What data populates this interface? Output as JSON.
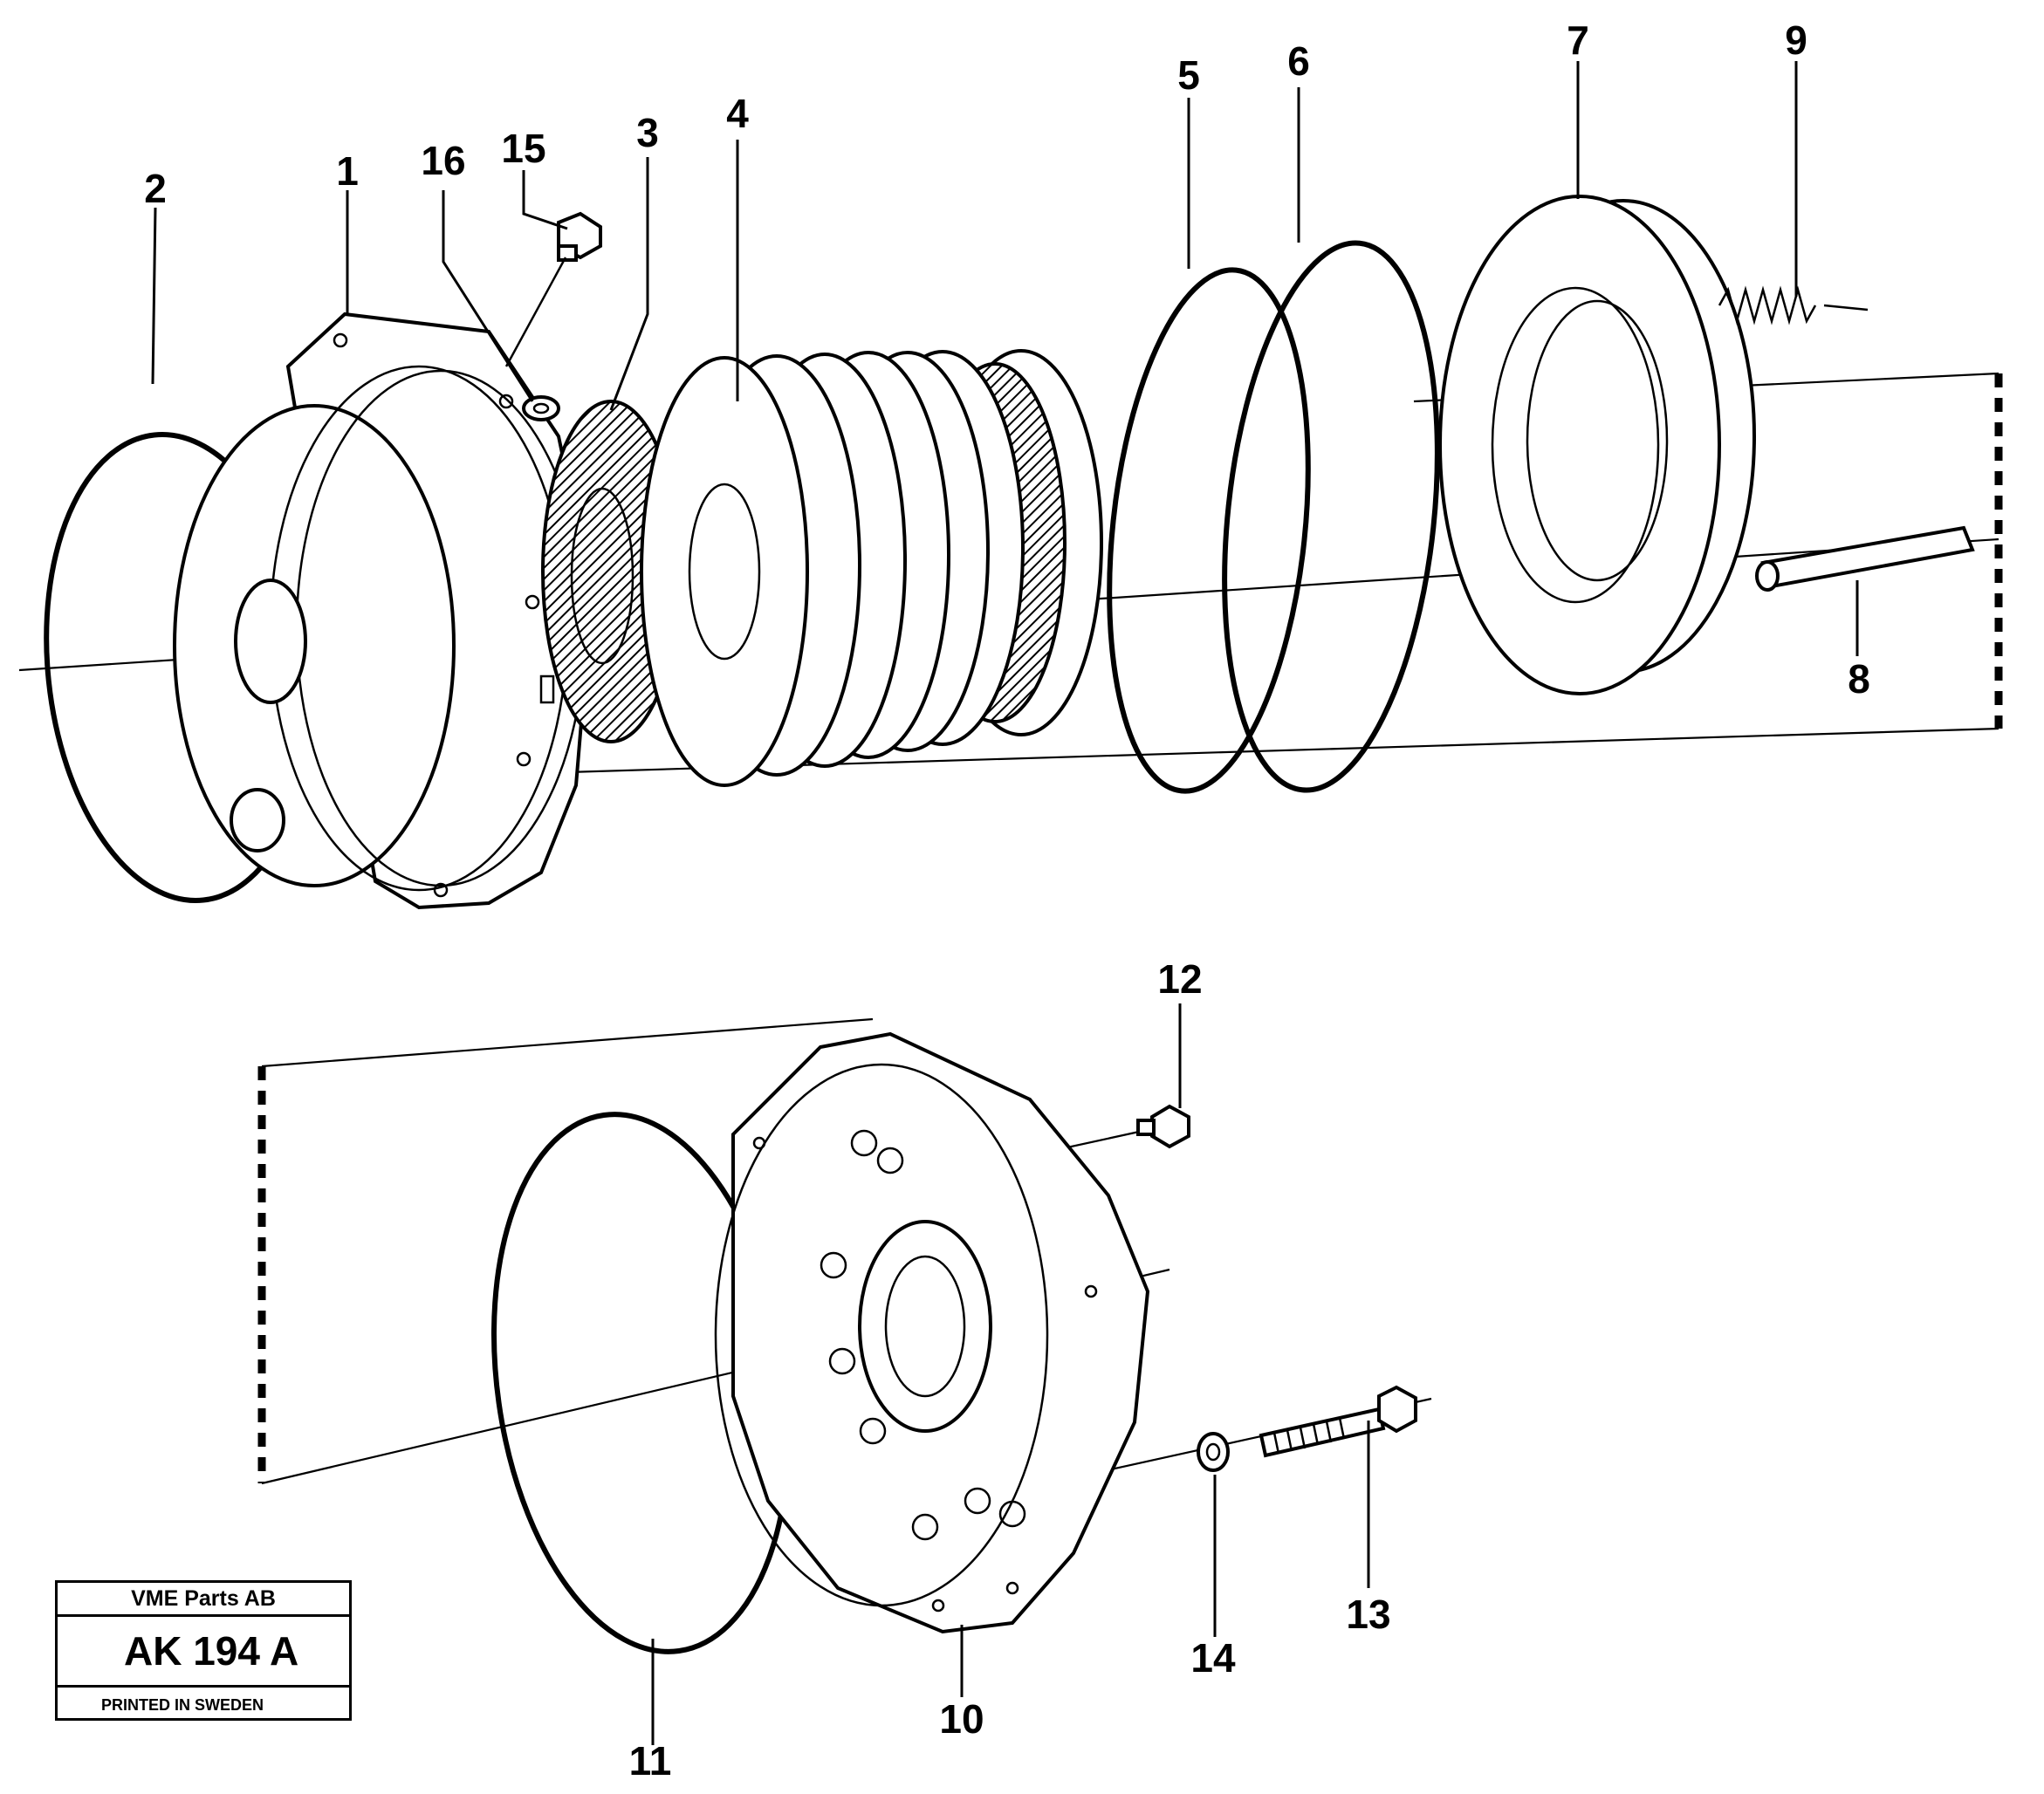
{
  "callouts": [
    {
      "id": "1",
      "label": "1"
    },
    {
      "id": "2",
      "label": "2"
    },
    {
      "id": "3",
      "label": "3"
    },
    {
      "id": "4",
      "label": "4"
    },
    {
      "id": "5",
      "label": "5"
    },
    {
      "id": "6",
      "label": "6"
    },
    {
      "id": "7",
      "label": "7"
    },
    {
      "id": "8",
      "label": "8"
    },
    {
      "id": "9",
      "label": "9"
    },
    {
      "id": "10",
      "label": "10"
    },
    {
      "id": "11",
      "label": "11"
    },
    {
      "id": "12",
      "label": "12"
    },
    {
      "id": "13",
      "label": "13"
    },
    {
      "id": "14",
      "label": "14"
    },
    {
      "id": "15",
      "label": "15"
    },
    {
      "id": "16",
      "label": "16"
    }
  ],
  "title_block": {
    "company": "VME Parts AB",
    "drawing_no": "AK 194 A",
    "printed": "PRINTED IN SWEDEN"
  }
}
